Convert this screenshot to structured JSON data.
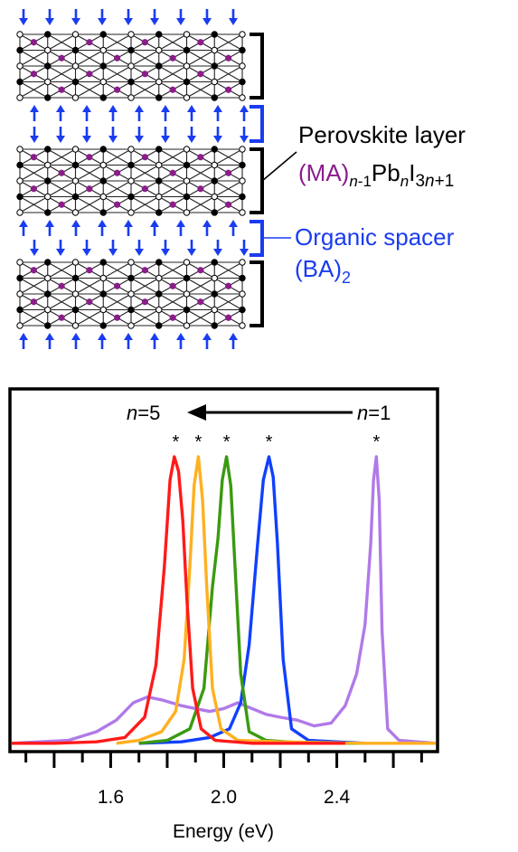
{
  "colors": {
    "arrow_blue": "#1a3cf0",
    "ma_purple": "#8a1d8a",
    "bracket_black": "#000000",
    "spacer_blue": "#1a3cf0",
    "series_n5": "#ff1a1a",
    "series_n4": "#ffb020",
    "series_n3": "#3a9a10",
    "series_n2": "#1040ff",
    "series_n1": "#b07ae8"
  },
  "structure": {
    "perovskite_label": "Perovskite layer",
    "formula": {
      "ma": "(MA)",
      "sub_n_minus_1_var": "n",
      "sub_n_minus_1_rest": "-1",
      "pb": "Pb",
      "sub_n": "n",
      "i": "I",
      "sub_3": "3",
      "sub_3n_var": "n",
      "sub_plus1": "+1"
    },
    "spacer_label": "Organic spacer",
    "spacer_formula": {
      "ba": "(BA)",
      "sub": "2"
    },
    "icons": [
      "arrow-down-icon",
      "arrow-up-icon",
      "octahedron-lattice-icon",
      "ma-cation-dot-icon"
    ]
  },
  "chart_data": {
    "type": "line",
    "title": "",
    "xlabel": "Energy (eV)",
    "ylabel": "",
    "xlim": [
      1.25,
      2.75
    ],
    "ylim": [
      0,
      1.05
    ],
    "x_ticks": [
      1.6,
      2.0,
      2.4
    ],
    "x_tick_labels": [
      "1.6",
      "2.0",
      "2.4"
    ],
    "grid": false,
    "annotations": {
      "arrow_left_label": {
        "var": "n",
        "rest": "=5"
      },
      "arrow_right_label": {
        "var": "n",
        "rest": "=1"
      },
      "peak_marker": "*"
    },
    "series": [
      {
        "key": "n5",
        "peak": 1.83,
        "x": [
          1.25,
          1.4,
          1.55,
          1.65,
          1.72,
          1.76,
          1.79,
          1.81,
          1.825,
          1.84,
          1.855,
          1.87,
          1.89,
          1.92,
          1.97,
          2.1,
          2.43
        ],
        "y": [
          0.01,
          0.01,
          0.015,
          0.03,
          0.1,
          0.28,
          0.62,
          0.92,
          1.0,
          0.95,
          0.78,
          0.5,
          0.2,
          0.06,
          0.02,
          0.01,
          0.01
        ]
      },
      {
        "key": "n4",
        "peak": 1.91,
        "x": [
          1.62,
          1.7,
          1.78,
          1.83,
          1.86,
          1.88,
          1.895,
          1.91,
          1.925,
          1.94,
          1.96,
          1.99,
          2.05,
          2.2,
          2.5,
          2.75
        ],
        "y": [
          0.01,
          0.02,
          0.05,
          0.12,
          0.3,
          0.62,
          0.9,
          1.0,
          0.85,
          0.55,
          0.2,
          0.06,
          0.02,
          0.015,
          0.01,
          0.01
        ]
      },
      {
        "key": "n3",
        "peak": 2.01,
        "x": [
          1.7,
          1.8,
          1.88,
          1.93,
          1.96,
          1.98,
          1.995,
          2.01,
          2.025,
          2.04,
          2.06,
          2.09,
          2.15,
          2.3,
          2.5
        ],
        "y": [
          0.01,
          0.02,
          0.06,
          0.2,
          0.55,
          0.72,
          0.92,
          1.0,
          0.9,
          0.62,
          0.25,
          0.05,
          0.02,
          0.01,
          0.01
        ]
      },
      {
        "key": "n2",
        "peak": 2.16,
        "x": [
          1.7,
          1.85,
          1.95,
          2.02,
          2.06,
          2.09,
          2.12,
          2.14,
          2.16,
          2.175,
          2.19,
          2.21,
          2.24,
          2.3,
          2.5
        ],
        "y": [
          0.01,
          0.015,
          0.03,
          0.06,
          0.15,
          0.35,
          0.7,
          0.92,
          1.0,
          0.93,
          0.7,
          0.3,
          0.06,
          0.02,
          0.01
        ]
      },
      {
        "key": "n1",
        "peak": 2.54,
        "x": [
          1.25,
          1.35,
          1.45,
          1.55,
          1.62,
          1.68,
          1.73,
          1.78,
          1.85,
          1.9,
          1.95,
          2.0,
          2.05,
          2.1,
          2.15,
          2.2,
          2.26,
          2.32,
          2.38,
          2.43,
          2.47,
          2.5,
          2.52,
          2.53,
          2.54,
          2.55,
          2.56,
          2.58,
          2.62,
          2.75
        ],
        "y": [
          0.01,
          0.015,
          0.02,
          0.05,
          0.09,
          0.15,
          0.17,
          0.16,
          0.14,
          0.13,
          0.12,
          0.13,
          0.15,
          0.13,
          0.11,
          0.1,
          0.09,
          0.07,
          0.08,
          0.14,
          0.25,
          0.42,
          0.7,
          0.92,
          1.0,
          0.85,
          0.4,
          0.06,
          0.02,
          0.01
        ]
      }
    ]
  }
}
